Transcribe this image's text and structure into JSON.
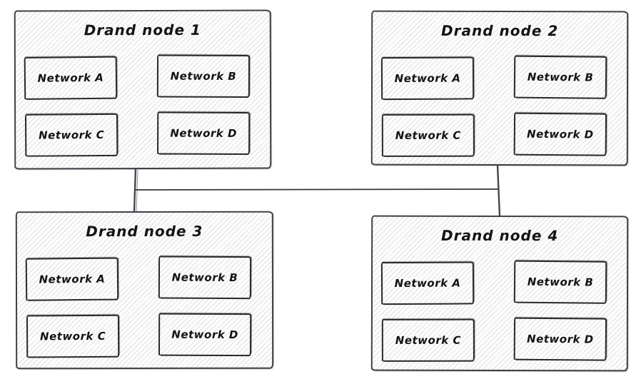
{
  "diagram": {
    "style": "hand-drawn sketch",
    "colors": {
      "stroke": "#3d4248",
      "inner_stroke": "#26292d",
      "hatch": "#e0e0e0",
      "text": "#141414",
      "background": "#ffffff"
    },
    "nodes": [
      {
        "id": "drand-node-1",
        "title": "Drand node 1",
        "networks": [
          "Network A",
          "Network B",
          "Network C",
          "Network D"
        ]
      },
      {
        "id": "drand-node-2",
        "title": "Drand node 2",
        "networks": [
          "Network A",
          "Network B",
          "Network C",
          "Network D"
        ]
      },
      {
        "id": "drand-node-3",
        "title": "Drand node 3",
        "networks": [
          "Network A",
          "Network B",
          "Network C",
          "Network D"
        ]
      },
      {
        "id": "drand-node-4",
        "title": "Drand node 4",
        "networks": [
          "Network A",
          "Network B",
          "Network C",
          "Network D"
        ]
      }
    ],
    "edges": [
      {
        "from": "drand-node-1",
        "to": "drand-node-3",
        "shape": "vertical"
      },
      {
        "from": "drand-node-2",
        "to": "drand-node-4",
        "shape": "vertical"
      },
      {
        "from": "drand-node-1-connector",
        "to": "drand-node-2-connector",
        "shape": "horizontal cross-link"
      }
    ]
  }
}
